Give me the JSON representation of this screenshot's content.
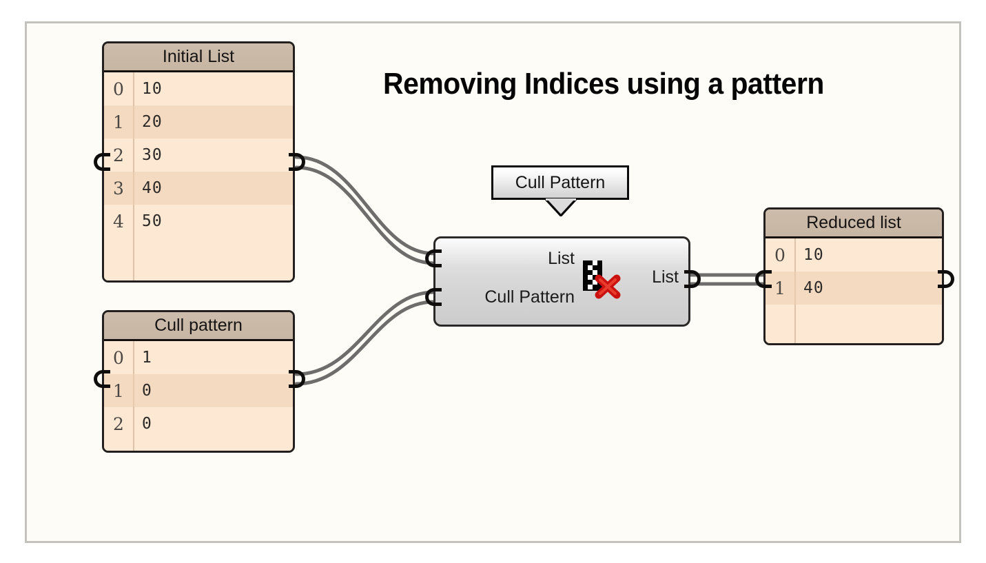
{
  "title": "Removing Indices using a pattern",
  "colors": {
    "frame_border": "#c3c2bd",
    "canvas_bg": "#fdfcf6",
    "panel_header": "#c8b6a4",
    "panel_body": "#fce8d3",
    "panel_border": "#231f1f",
    "wire": "#6e6c6a",
    "icon_red": "#cc1111",
    "component_body": "#d4d4d4"
  },
  "panels": [
    {
      "id": "initial-list",
      "header": "Initial List",
      "rows": [
        {
          "index": "0",
          "value": "10"
        },
        {
          "index": "1",
          "value": "20"
        },
        {
          "index": "2",
          "value": "30"
        },
        {
          "index": "3",
          "value": "40"
        },
        {
          "index": "4",
          "value": "50"
        }
      ]
    },
    {
      "id": "cull-pattern-panel",
      "header": "Cull pattern",
      "rows": [
        {
          "index": "0",
          "value": "1"
        },
        {
          "index": "1",
          "value": "0"
        },
        {
          "index": "2",
          "value": "0"
        }
      ]
    },
    {
      "id": "reduced-list",
      "header": "Reduced list",
      "rows": [
        {
          "index": "0",
          "value": "10"
        },
        {
          "index": "1",
          "value": "40"
        }
      ]
    }
  ],
  "component": {
    "tooltip": "Cull Pattern",
    "inputs": [
      {
        "name": "List"
      },
      {
        "name": "Cull Pattern"
      }
    ],
    "outputs": [
      {
        "name": "List"
      }
    ],
    "icon": "cull-pattern-icon"
  }
}
